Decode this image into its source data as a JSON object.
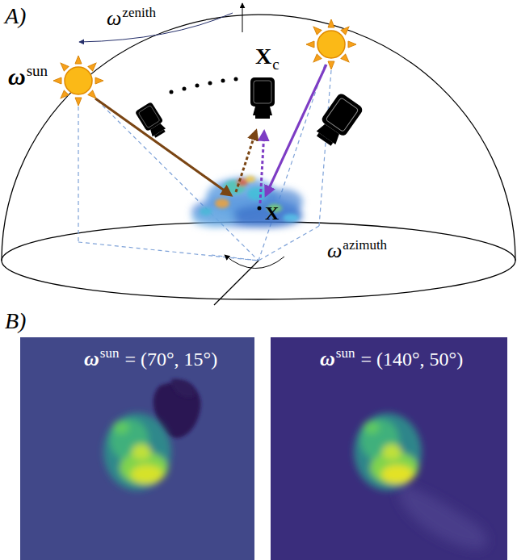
{
  "diagram": {
    "labels": [
      "A)",
      "ω",
      "zenith",
      "ω",
      "sun",
      "X",
      "c",
      "X",
      "ω",
      "azimuth",
      "B)",
      "ω",
      "sun",
      "= (70°, 15°)",
      "ω",
      "sun",
      "= (140°, 50°)"
    ]
  }
}
